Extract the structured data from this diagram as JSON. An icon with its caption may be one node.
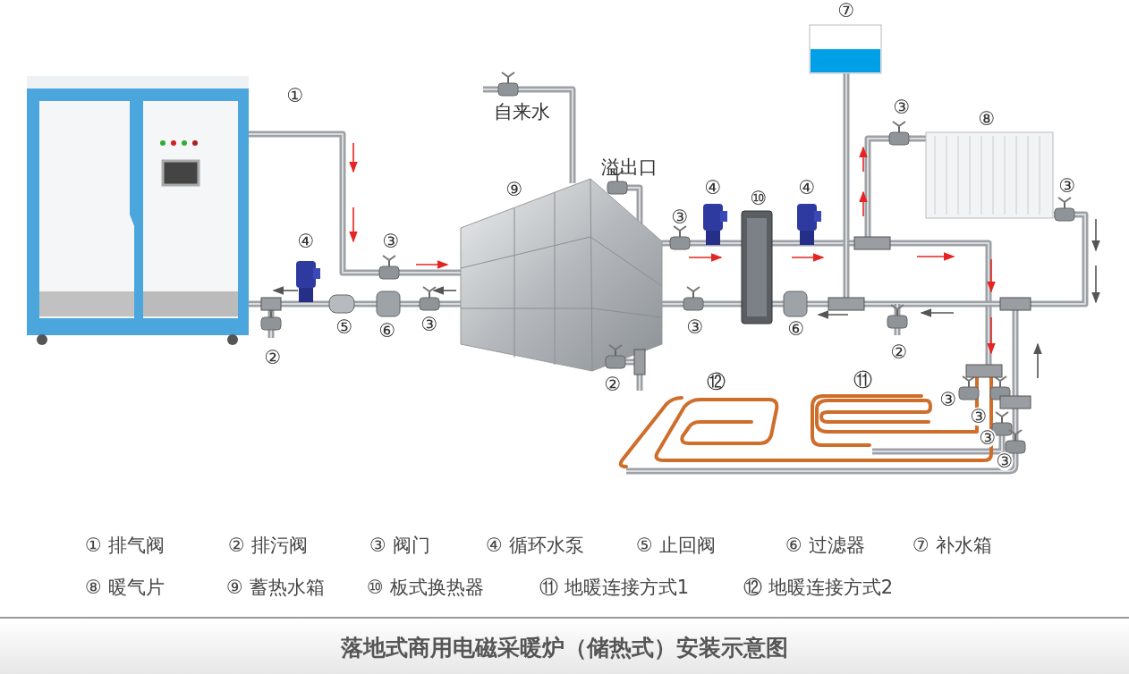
{
  "diagram": {
    "title": "落地式商用电磁采暖炉（储热式）安装示意图",
    "labels": [
      "⑦",
      "①",
      "自来水",
      "③",
      "⑧",
      "溢出口",
      "⑨",
      "④",
      "⑩",
      "④",
      "③",
      "③",
      "④",
      "③",
      "⑤",
      "⑥",
      "③",
      "③",
      "⑥",
      "②",
      "②",
      "②",
      "⑫",
      "⑪",
      "③",
      "③",
      "③",
      "③",
      "① 排气阀",
      "② 排污阀",
      "③ 阀门",
      "④ 循环水泵",
      "⑤ 止回阀",
      "⑥ 过滤器",
      "⑦ 补水箱",
      "⑧ 暖气片",
      "⑨ 蓄热水箱",
      "⑩ 板式换热器",
      "⑪ 地暖连接方式1",
      "⑫ 地暖连接方式2"
    ]
  }
}
